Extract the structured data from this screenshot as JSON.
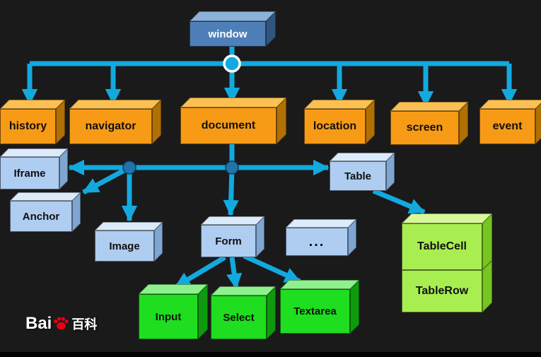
{
  "colors": {
    "background": "#1a1a1a",
    "arrow": "#12a9df",
    "junction_top_fill": "#12a9df",
    "junction_top_ring": "#ffffff",
    "junction_mid_fill": "#2273a9",
    "box_orange": "#f79b16",
    "box_blue": "#4e7fb8",
    "box_light_blue": "#afcdf1",
    "box_green": "#1fdd1f",
    "box_lime": "#a9ee51",
    "watermark_paw": "#e60012"
  },
  "nodes": {
    "window": {
      "label": "window"
    },
    "history": {
      "label": "history"
    },
    "navigator": {
      "label": "navigator"
    },
    "document": {
      "label": "document"
    },
    "location": {
      "label": "location"
    },
    "screen": {
      "label": "screen"
    },
    "event": {
      "label": "event"
    },
    "iframe": {
      "label": "Iframe"
    },
    "table": {
      "label": "Table"
    },
    "anchor": {
      "label": "Anchor"
    },
    "image": {
      "label": "Image"
    },
    "form": {
      "label": "Form"
    },
    "ellipsis": {
      "label": "..."
    },
    "input": {
      "label": "Input"
    },
    "select": {
      "label": "Select"
    },
    "textarea": {
      "label": "Textarea"
    },
    "tablecell": {
      "label": "TableCell"
    },
    "tablerow": {
      "label": "TableRow"
    }
  },
  "edges": [
    {
      "from": "window",
      "to": "history"
    },
    {
      "from": "window",
      "to": "navigator"
    },
    {
      "from": "window",
      "to": "document"
    },
    {
      "from": "window",
      "to": "location"
    },
    {
      "from": "window",
      "to": "screen"
    },
    {
      "from": "window",
      "to": "event"
    },
    {
      "from": "document",
      "to": "iframe"
    },
    {
      "from": "document",
      "to": "anchor"
    },
    {
      "from": "document",
      "to": "image"
    },
    {
      "from": "document",
      "to": "form"
    },
    {
      "from": "document",
      "to": "table"
    },
    {
      "from": "form",
      "to": "input"
    },
    {
      "from": "form",
      "to": "select"
    },
    {
      "from": "form",
      "to": "textarea"
    },
    {
      "from": "table",
      "to": "tablecell"
    },
    {
      "from": "table",
      "to": "tablerow"
    }
  ],
  "watermark": {
    "latin": "Bai",
    "cjk": "百科"
  }
}
